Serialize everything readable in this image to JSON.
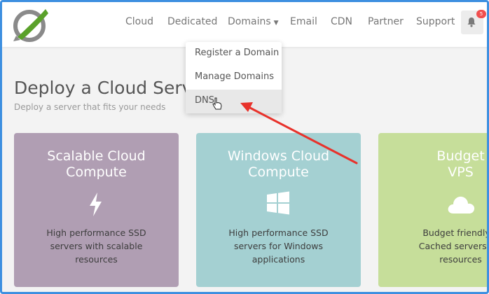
{
  "navbar": {
    "items": [
      {
        "label": "Cloud"
      },
      {
        "label": "Dedicated"
      },
      {
        "label": "Domains"
      },
      {
        "label": "Email"
      },
      {
        "label": "CDN"
      },
      {
        "label": "Partner"
      },
      {
        "label": "Support"
      }
    ],
    "notifications": {
      "count": "5",
      "icon": "bell-icon"
    }
  },
  "dropdown": {
    "items": [
      {
        "label": "Register a Domain"
      },
      {
        "label": "Manage Domains"
      },
      {
        "label": "DNS"
      }
    ]
  },
  "hero": {
    "title": "Deploy a Cloud Server",
    "subtitle": "Deploy a server that fits your needs"
  },
  "cards": [
    {
      "title_line1": "Scalable Cloud",
      "title_line2": "Compute",
      "desc_line1": "High performance SSD",
      "desc_line2": "servers with scalable",
      "desc_line3": "resources",
      "icon": "lightning-icon",
      "color": "#b09eb3"
    },
    {
      "title_line1": "Windows Cloud",
      "title_line2": "Compute",
      "desc_line1": "High performance SSD",
      "desc_line2": "servers for Windows",
      "desc_line3": "applications",
      "icon": "windows-icon",
      "color": "#a4d0d2"
    },
    {
      "title_line1": "Budget",
      "title_line2": "VPS",
      "desc_line1": "Budget friendly S",
      "desc_line2": "Cached servers wit",
      "desc_line3": "resources",
      "icon": "cloud-icon",
      "color": "#c6de9a"
    }
  ],
  "colors": {
    "frame_border": "#3d8fe0",
    "annotation_arrow": "#e8322b",
    "badge": "#f04e4e"
  }
}
